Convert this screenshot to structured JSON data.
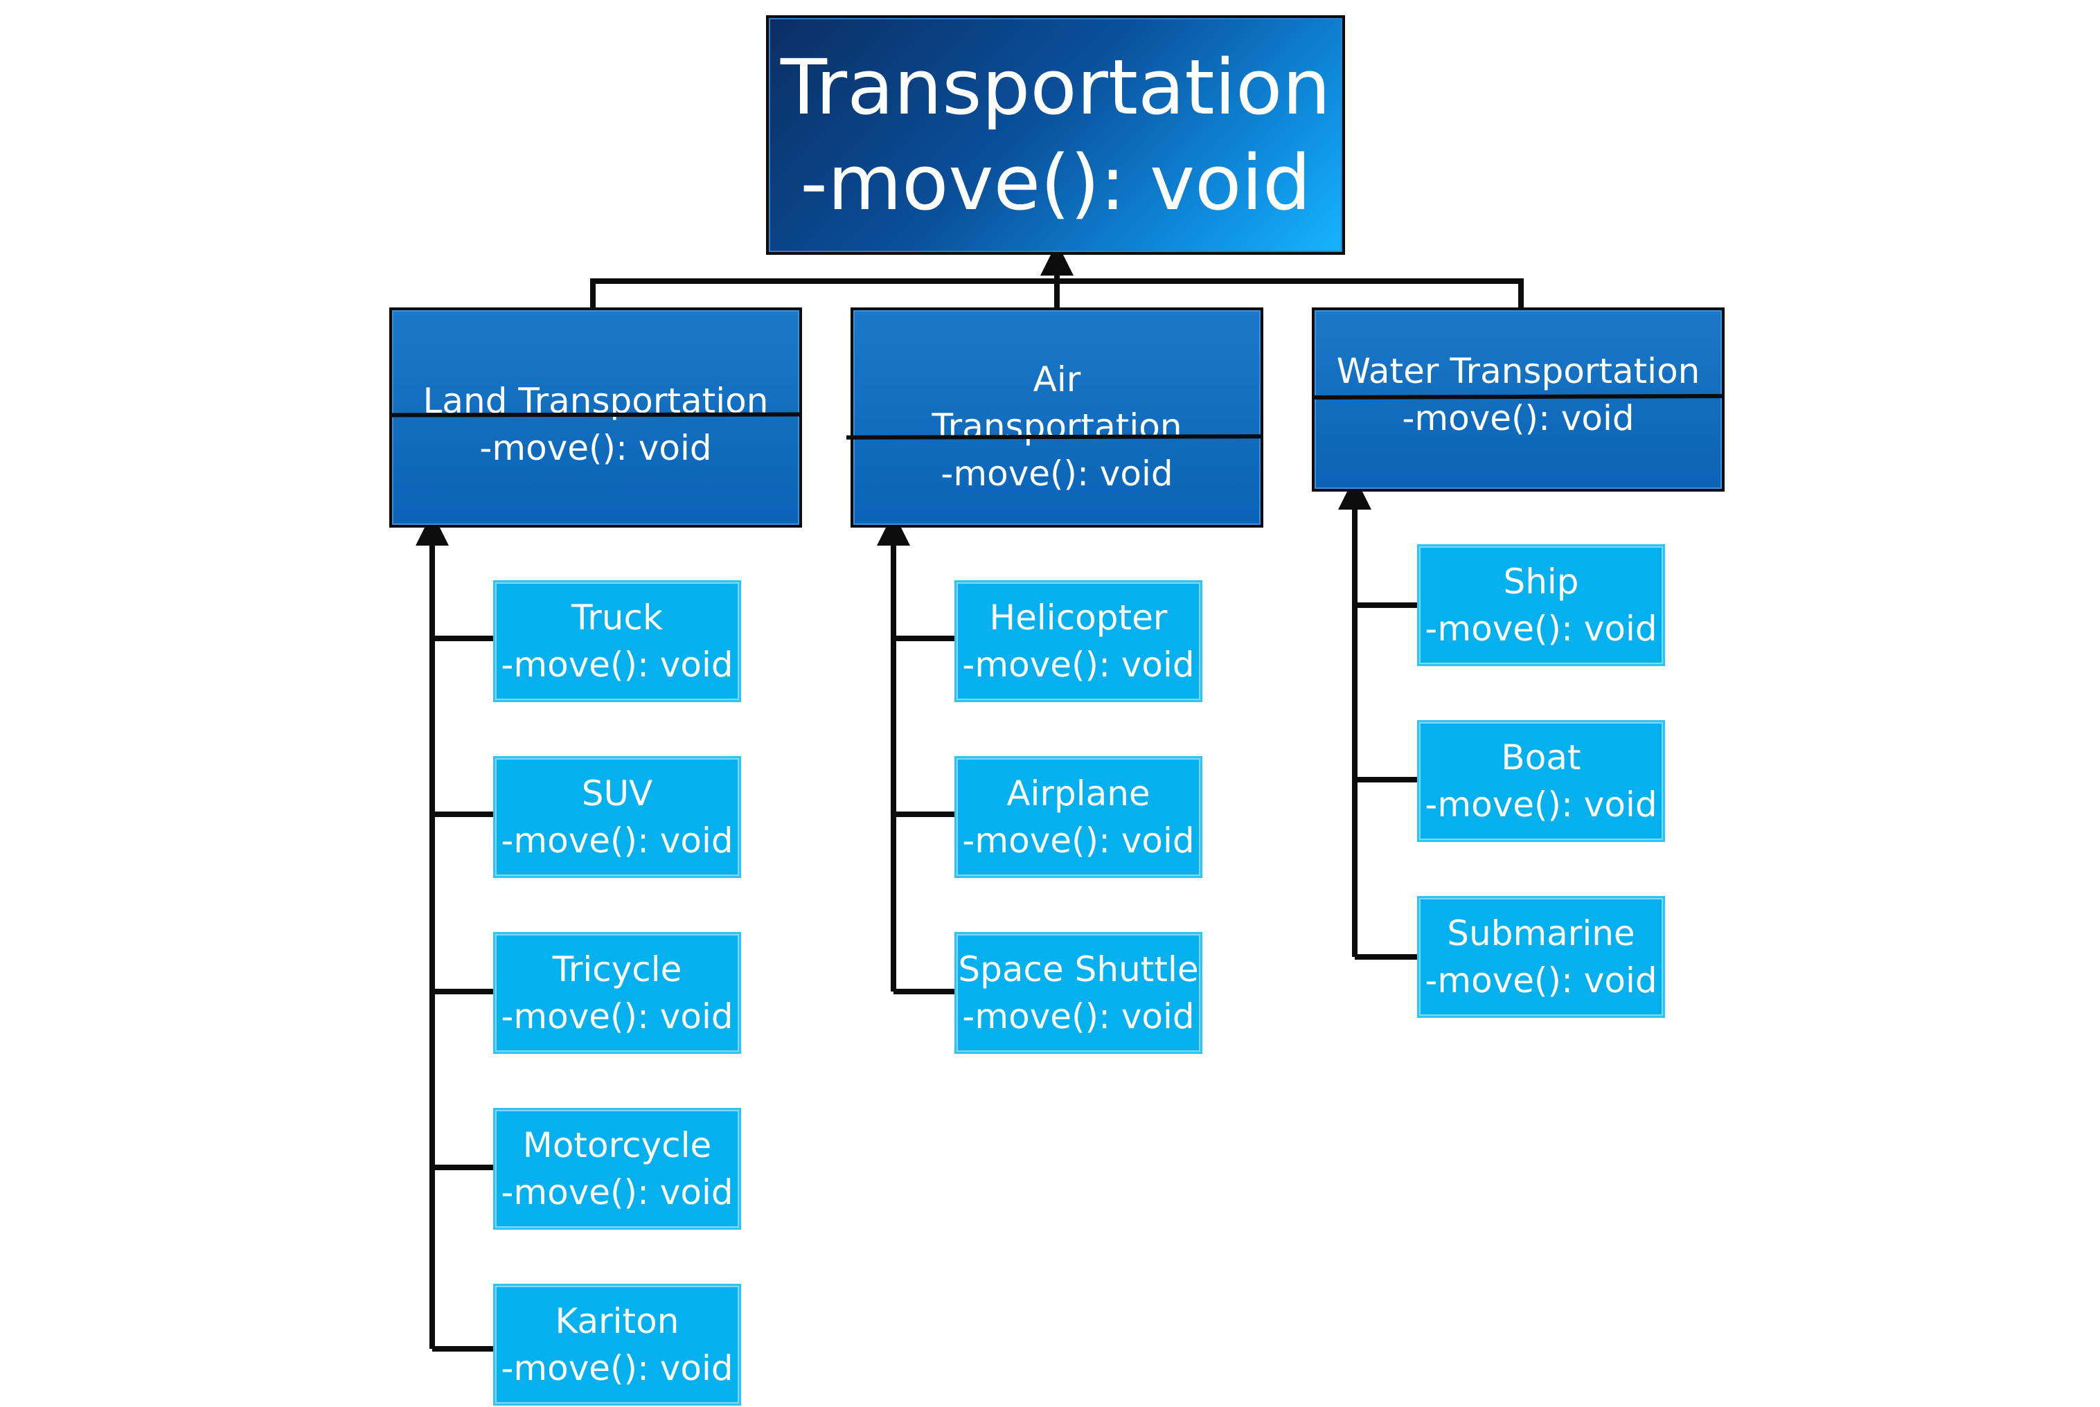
{
  "root": {
    "name": "Transportation",
    "method": "-move(): void"
  },
  "categories": [
    {
      "id": "land",
      "name": "Land Transportation",
      "method": "-move(): void"
    },
    {
      "id": "air",
      "name_line1": "Air",
      "name_line2": "Transportation",
      "method": "-move(): void"
    },
    {
      "id": "water",
      "name": "Water Transportation",
      "method": "-move(): void"
    }
  ],
  "land_items": [
    {
      "name": "Truck",
      "method": "-move(): void"
    },
    {
      "name": "SUV",
      "method": "-move(): void"
    },
    {
      "name": "Tricycle",
      "method": "-move(): void"
    },
    {
      "name": "Motorcycle",
      "method": "-move(): void"
    },
    {
      "name": "Kariton",
      "method": "-move(): void"
    }
  ],
  "air_items": [
    {
      "name": "Helicopter",
      "method": "-move(): void"
    },
    {
      "name": "Airplane",
      "method": "-move(): void"
    },
    {
      "name": "Space Shuttle",
      "method": "-move(): void"
    }
  ],
  "water_items": [
    {
      "name": "Ship",
      "method": "-move(): void"
    },
    {
      "name": "Boat",
      "method": "-move(): void"
    },
    {
      "name": "Submarine",
      "method": "-move(): void"
    }
  ],
  "colors": {
    "root_dark": "#0b2e63",
    "root_light": "#16b4ff",
    "category": "#0a63b6",
    "leaf": "#05b0ee",
    "connector": "#0c0c0c"
  }
}
